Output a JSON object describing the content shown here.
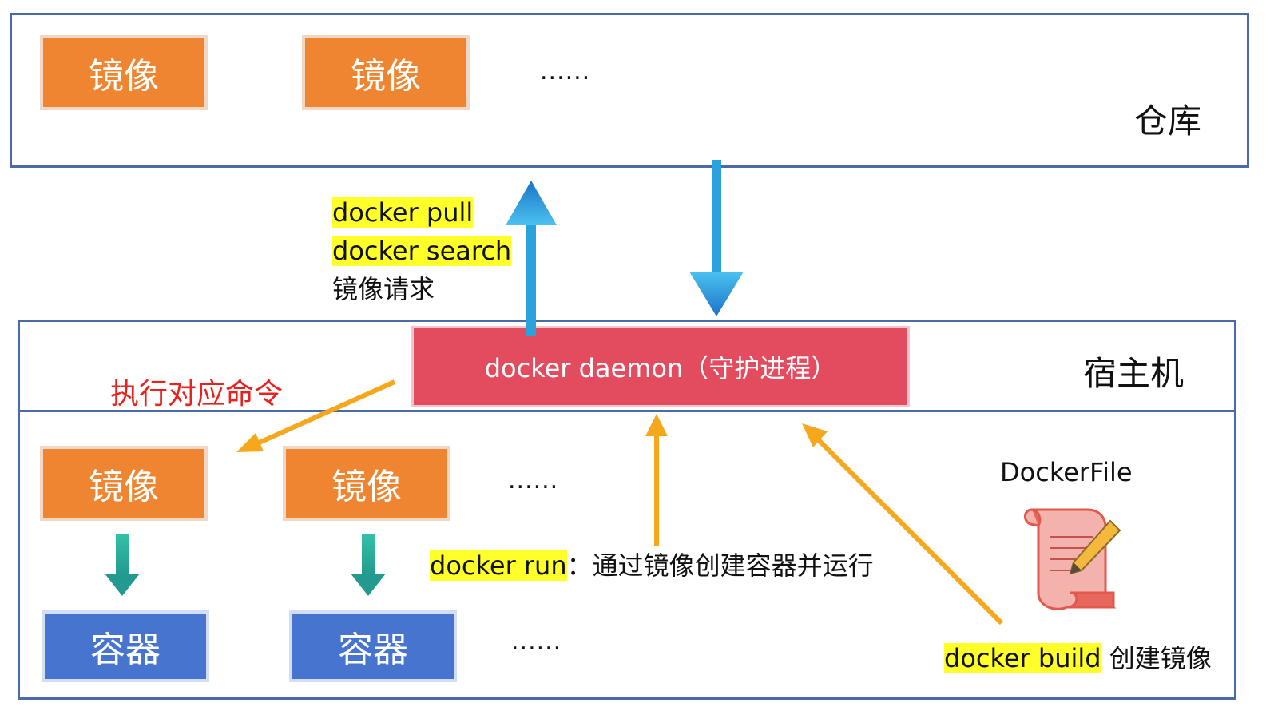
{
  "repository": {
    "label": "仓库",
    "images": [
      "镜像",
      "镜像"
    ],
    "ellipsis": "......"
  },
  "request": {
    "cmd1": "docker pull",
    "cmd2": "docker search",
    "desc": "镜像请求"
  },
  "host": {
    "label": "宿主机",
    "daemon": "docker daemon（守护进程）",
    "exec_label": "执行对应命令",
    "images": [
      "镜像",
      "镜像"
    ],
    "containers": [
      "容器",
      "容器"
    ],
    "ellipsis_images": "......",
    "ellipsis_containers": "......",
    "run_cmd": "docker run",
    "run_desc": "：通过镜像创建容器并运行",
    "dockerfile_label": "DockerFile",
    "build_cmd": "docker build",
    "build_desc": " 创建镜像"
  },
  "colors": {
    "image_box": "#ef8530",
    "container_box": "#4674cf",
    "daemon_box": "#e24c5e",
    "frame": "#4a6aa8",
    "highlight": "#ffff2a",
    "exec_label": "#e8231f",
    "arrow_blue": "#2aa3dc",
    "arrow_orange": "#f6a71c",
    "arrow_teal": "#2aab9c"
  },
  "icons": {
    "dockerfile": "scroll-document-icon"
  }
}
